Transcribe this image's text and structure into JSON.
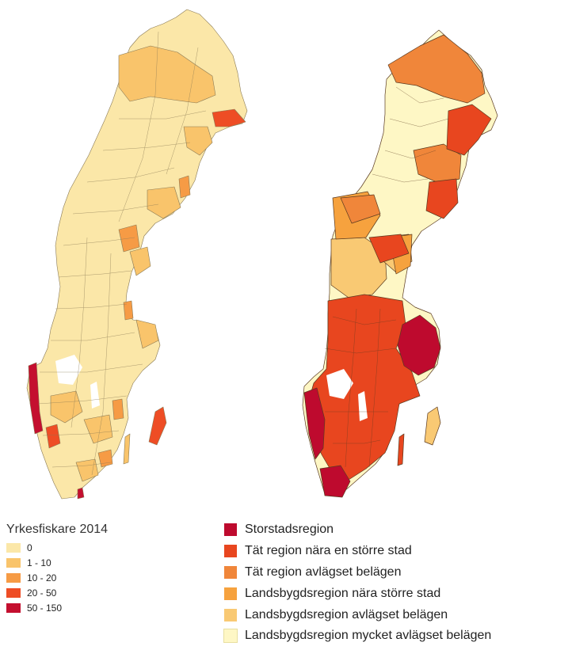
{
  "left_legend": {
    "title": "Yrkesfiskare 2014",
    "items": [
      {
        "label": "0",
        "color": "#FBE7A8"
      },
      {
        "label": "1 - 10",
        "color": "#F9C46B"
      },
      {
        "label": "10 - 20",
        "color": "#F69B45"
      },
      {
        "label": "20 - 50",
        "color": "#EE4D25"
      },
      {
        "label": "50 - 150",
        "color": "#C40F2F"
      }
    ]
  },
  "right_legend": {
    "items": [
      {
        "label": "Storstadsregion",
        "color": "#BE0A2E"
      },
      {
        "label": "Tät region nära en större stad",
        "color": "#E8461F"
      },
      {
        "label": "Tät region avlägset belägen",
        "color": "#F0863A"
      },
      {
        "label": "Landsbygdsregion nära större stad",
        "color": "#F6A23E"
      },
      {
        "label": "Landsbygdsregion avlägset belägen",
        "color": "#F9C973"
      },
      {
        "label": "Landsbygdsregion mycket avlägset belägen",
        "color": "#FEF7C5"
      }
    ]
  }
}
